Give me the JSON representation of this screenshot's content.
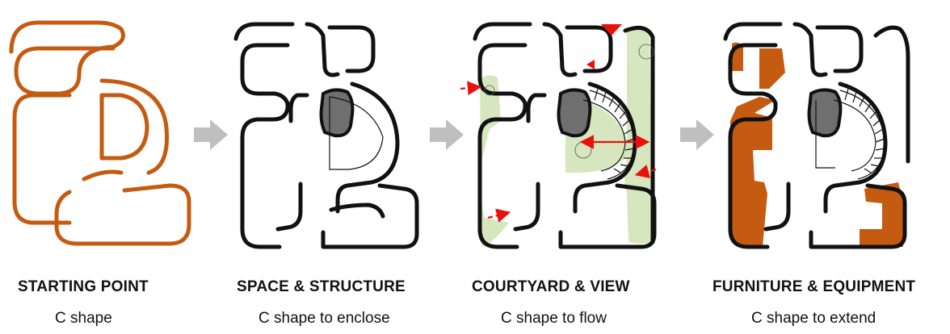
{
  "colors": {
    "accent_orange": "#C55A11",
    "wall_black": "#111111",
    "core_gray": "#6f6f6f",
    "courtyard_green": "#D6E6BE",
    "arrow_gray": "#BFBFBF",
    "annotation_red": "#E8120C"
  },
  "stages": [
    {
      "title": "STARTING POINT",
      "subtitle": "C shape"
    },
    {
      "title": "SPACE & STRUCTURE",
      "subtitle": "C shape to enclose"
    },
    {
      "title": "COURTYARD & VIEW",
      "subtitle": "C shape to flow"
    },
    {
      "title": "FURNITURE & EQUIPMENT",
      "subtitle": "C shape to extend"
    }
  ],
  "icons": [
    "right-arrow-icon",
    "right-arrow-icon",
    "right-arrow-icon"
  ]
}
